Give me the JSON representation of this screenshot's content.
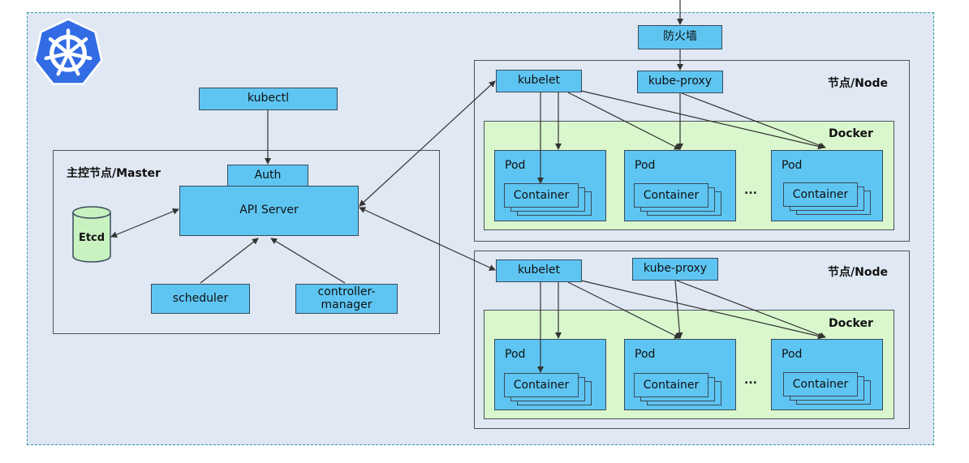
{
  "firewall": "防火墙",
  "master": {
    "title": "主控节点/Master",
    "kubectl": "kubectl",
    "auth": "Auth",
    "api_server": "API Server",
    "etcd": "Etcd",
    "scheduler": "scheduler",
    "controller_manager_line1": "controller-",
    "controller_manager_line2": "manager"
  },
  "nodes": [
    {
      "title": "节点/Node",
      "kubelet": "kubelet",
      "kube_proxy": "kube-proxy",
      "docker": "Docker",
      "pods": [
        {
          "label": "Pod",
          "container": "Container"
        },
        {
          "label": "Pod",
          "container": "Container"
        },
        {
          "label": "Pod",
          "container": "Container"
        }
      ],
      "ellipsis": "..."
    },
    {
      "title": "节点/Node",
      "kubelet": "kubelet",
      "kube_proxy": "kube-proxy",
      "docker": "Docker",
      "pods": [
        {
          "label": "Pod",
          "container": "Container"
        },
        {
          "label": "Pod",
          "container": "Container"
        },
        {
          "label": "Pod",
          "container": "Container"
        }
      ],
      "ellipsis": "..."
    }
  ],
  "colors": {
    "background": "#dfe8f3",
    "component": "#5ec5f2",
    "docker": "#d9f6cd",
    "etcd": "#c8f2c0",
    "logo": "#326ce5"
  }
}
